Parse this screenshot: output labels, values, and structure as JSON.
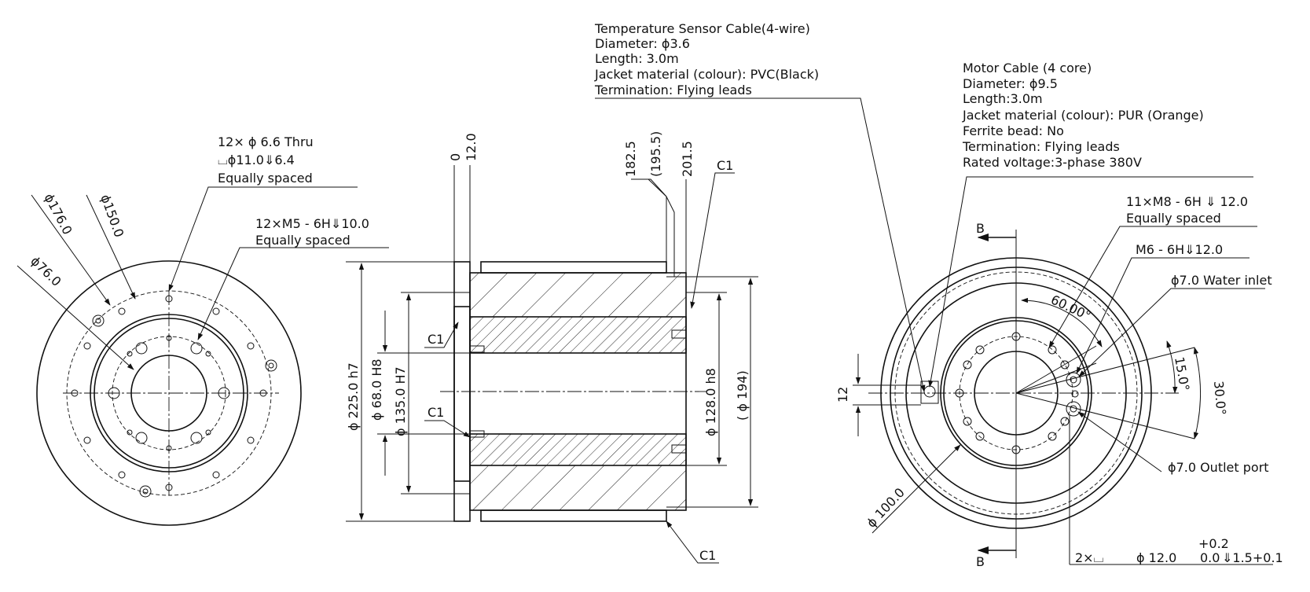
{
  "left_view": {
    "dims": {
      "d176": "ϕ176.0",
      "d150": "ϕ150.0",
      "d76": "ϕ76.0"
    },
    "holes_note": {
      "line1": "12× ϕ 6.6 Thru",
      "line2": "⌴ϕ11.0⇓6.4",
      "line3": "Equally spaced"
    },
    "thread_note": {
      "line1": "12×M5 - 6H⇓10.0",
      "line2": "Equally spaced"
    }
  },
  "section_view": {
    "top_dims": {
      "d0": "0",
      "d12": "12.0",
      "d182": "182.5",
      "d195": "(195.5)",
      "d201": "201.5"
    },
    "chamfers": {
      "c1_a": "C1",
      "c1_b": "C1",
      "c1_c": "C1",
      "c1_d": "C1"
    },
    "diameters": {
      "d225": "ϕ 225.0 h7",
      "d68": "ϕ 68.0 H8",
      "d135": "ϕ 135.0 H7",
      "d128": "ϕ 128.0 h8",
      "d194": "( ϕ 194)"
    }
  },
  "temp_cable": {
    "line1": "Temperature Sensor Cable(4-wire)",
    "line2": "Diameter: ϕ3.6",
    "line3": "Length: 3.0m",
    "line4": "Jacket material (colour): PVC(Black)",
    "line5": "Termination: Flying  leads"
  },
  "motor_cable": {
    "line1": "Motor Cable (4 core)",
    "line2": "Diameter: ϕ9.5",
    "line3": "Length:3.0m",
    "line4": "Jacket material (colour): PUR (Orange)",
    "line5": "Ferrite bead: No",
    "line6": "Termination: Flying leads",
    "line7": "Rated voltage:3-phase 380V"
  },
  "right_view": {
    "m8_note": {
      "line1": "11×M8 - 6H ⇓ 12.0",
      "line2": "Equally spaced"
    },
    "m6_note": "M6 - 6H⇓12.0",
    "water_inlet": "ϕ7.0 Water inlet",
    "outlet": "ϕ7.0 Outlet port",
    "angles": {
      "a60": "60.00°",
      "a15": "15.0°",
      "a30": "30.0°"
    },
    "d12": "12",
    "d100": "ϕ 100.0",
    "section_b_top": "B",
    "section_b_bottom": "B",
    "counterbore": {
      "prefix": "2×⌴",
      "dia": "ϕ 12.0",
      "tol_upper": "+0.2",
      "tol_lower": "0.0",
      "depth": "⇓1.5+0.1"
    }
  }
}
